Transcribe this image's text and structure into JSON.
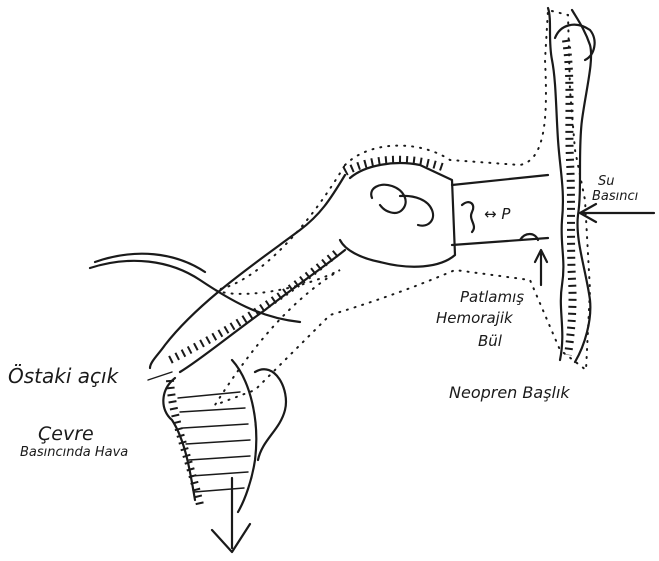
{
  "diagram": {
    "labels": {
      "su_basinci_line1": "Su",
      "su_basinci_line2": "Basıncı",
      "p_marker": "↔ P",
      "patlamis_line1": "Patlamış",
      "patlamis_line2": "Hemorajik",
      "patlamis_line3": "Bül",
      "ostaki": "Östaki açık",
      "neopren": "Neopren Başlık",
      "cevre_line1": "Çevre",
      "cevre_line2": "Basıncında Hava"
    },
    "ink_color": "#1a1a1a"
  }
}
